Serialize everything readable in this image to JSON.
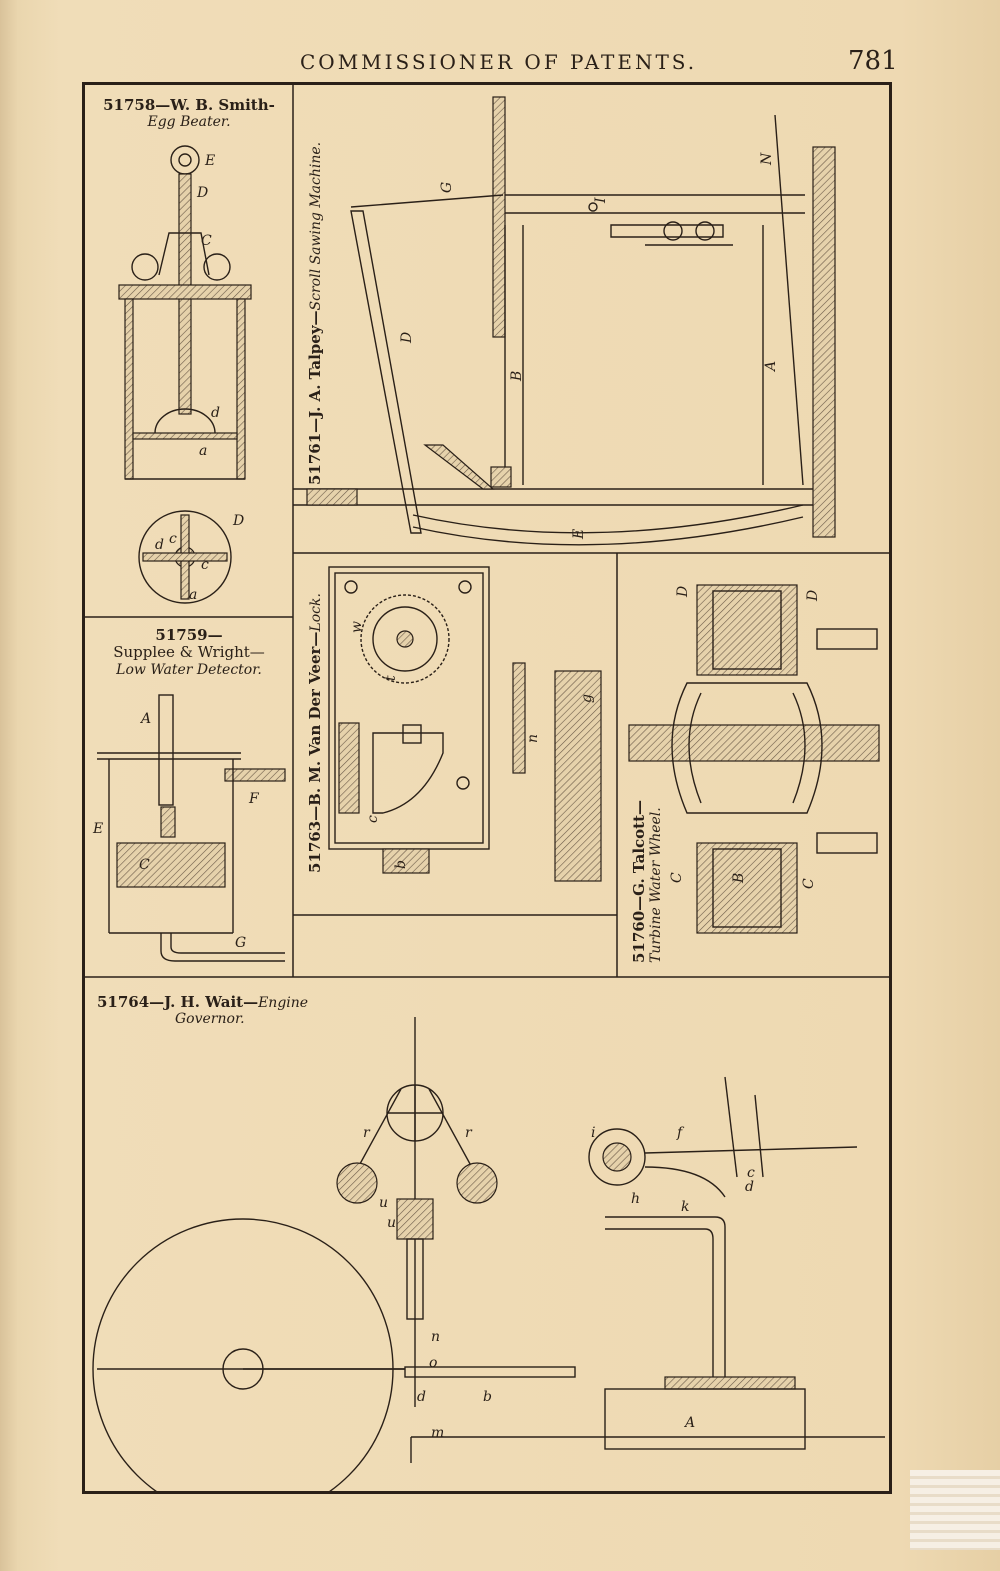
{
  "header": {
    "running_title": "COMMISSIONER OF PATENTS.",
    "page_number": "781"
  },
  "figures": {
    "egg_beater": {
      "number": "51758—W. B. Smith-",
      "title": "Egg Beater.",
      "labels": {
        "E": "E",
        "D": "D",
        "C": "C",
        "d": "d",
        "a": "a",
        "D2": "D",
        "d2": "d",
        "c1": "c",
        "c2": "c",
        "a2": "a"
      }
    },
    "scroll_saw": {
      "caption_num": "51761—J. A. Talpey—",
      "caption_title": "Scroll Sawing Machine.",
      "labels": {
        "G": "G",
        "N": "N",
        "I": "I",
        "D": "D",
        "B": "B",
        "A": "A",
        "E": "E"
      }
    },
    "water_detector": {
      "number": "51759—",
      "names": "Supplee & Wright—",
      "title": "Low Water Detector.",
      "labels": {
        "A": "A",
        "F": "F",
        "E": "E",
        "C": "C",
        "G": "G"
      }
    },
    "lock": {
      "caption_num": "51763—B. M. Van Der Veer—",
      "caption_title": "Lock.",
      "labels": {
        "w": "w",
        "t": "t",
        "c": "c",
        "b": "b",
        "n": "n",
        "g": "g"
      }
    },
    "turbine": {
      "caption_num": "51760—G. Talcott—",
      "caption_title": "Turbine Water Wheel.",
      "labels": {
        "D1": "D",
        "D2": "D",
        "C1": "C",
        "B": "B",
        "C2": "C"
      }
    },
    "governor": {
      "number": "51764—J. H. Wait—",
      "title1": "Engine",
      "title2": "Governor.",
      "labels": {
        "r1": "r",
        "r2": "r",
        "u1": "u",
        "u2": "u",
        "i": "i",
        "f": "f",
        "c": "c",
        "d1": "d",
        "h": "h",
        "k": "k",
        "n": "n",
        "o": "o",
        "m": "m",
        "A": "A",
        "d2": "d",
        "b": "b"
      }
    }
  }
}
